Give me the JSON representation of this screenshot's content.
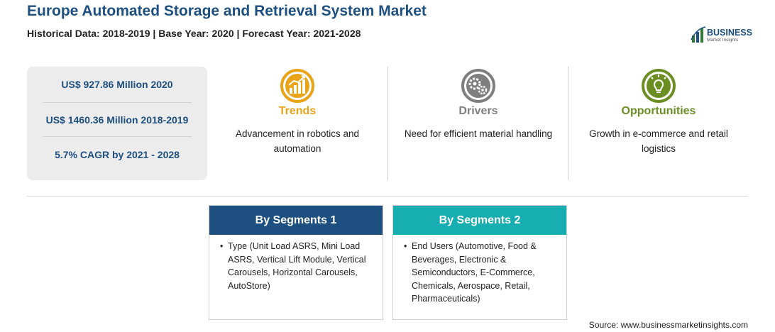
{
  "header": {
    "title": "Europe Automated Storage and Retrieval System Market",
    "subtitle": "Historical Data: 2018-2019 | Base Year: 2020 | Forecast Year: 2021-2028"
  },
  "logo": {
    "text": "BUSINESS",
    "tagline": "Market Insights"
  },
  "stats": [
    "US$ 927.86 Million 2020",
    "US$ 1460.36 Million 2018-2019",
    "5.7% CAGR by 2021 - 2028"
  ],
  "columns": [
    {
      "icon": "trend-chart-icon",
      "heading": "Trends",
      "color": "#e8a317",
      "text": "Advancement in robotics and automation"
    },
    {
      "icon": "gears-icon",
      "heading": "Drivers",
      "color": "#7f7f7f",
      "text": "Need for efficient material handling"
    },
    {
      "icon": "lightbulb-icon",
      "heading": "Opportunities",
      "color": "#6b8e23",
      "text": "Growth in e-commerce and retail logistics"
    }
  ],
  "segments": [
    {
      "heading": "By Segments 1",
      "color": "#1d4f80",
      "items": [
        "Type (Unit Load ASRS, Mini Load ASRS, Vertical Lift Module, Vertical Carousels, Horizontal Carousels, AutoStore)"
      ]
    },
    {
      "heading": "By Segments 2",
      "color": "#16aeb0",
      "items": [
        "End Users (Automotive, Food & Beverages, Electronic & Semiconductors, E-Commerce, Chemicals, Aerospace, Retail, Pharmaceuticals)"
      ]
    }
  ],
  "source": "Source: www.businessmarketinsights.com"
}
